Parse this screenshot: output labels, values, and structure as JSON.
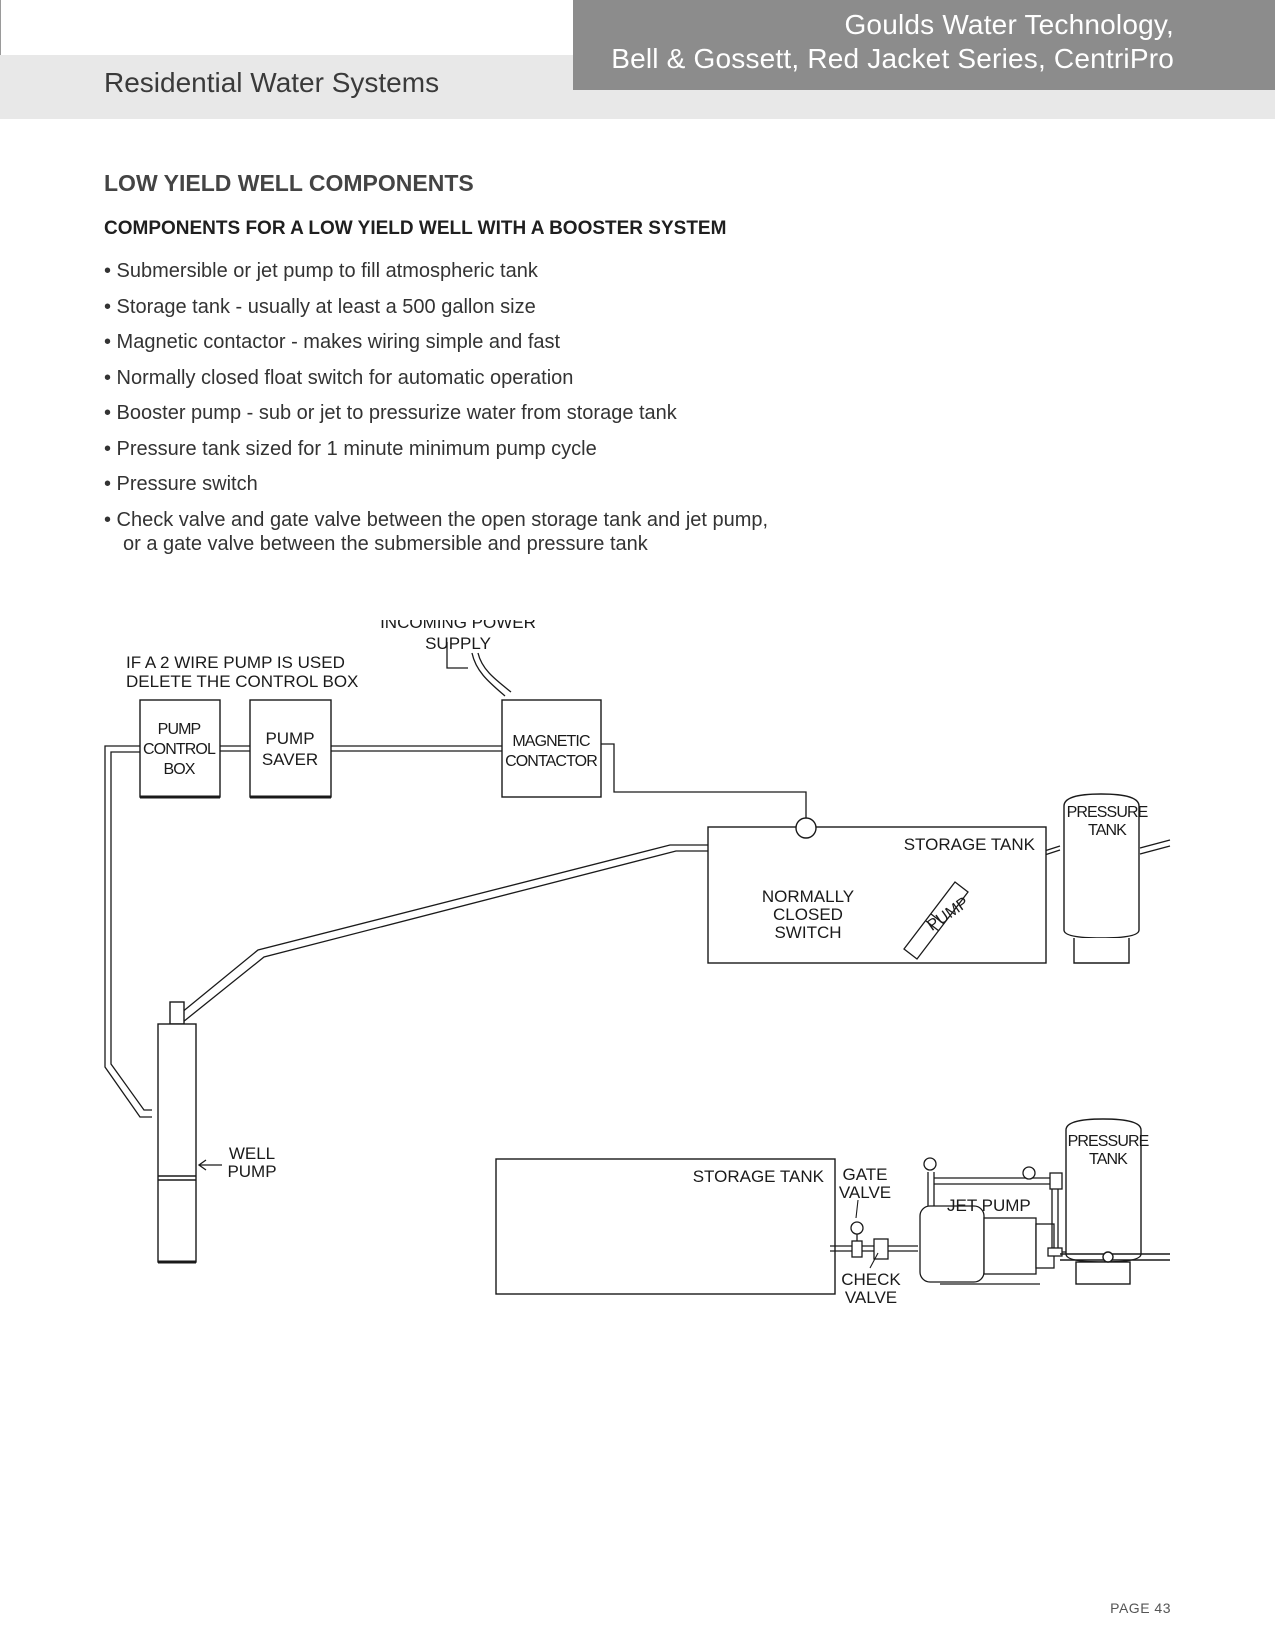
{
  "header": {
    "brand_line1": "Goulds Water Technology,",
    "brand_line2": "Bell & Gossett, Red Jacket Series, CentriPro",
    "section": "Residential Water Systems"
  },
  "content": {
    "title": "LOW YIELD WELL COMPONENTS",
    "subtitle": "COMPONENTS FOR A LOW YIELD WELL WITH A BOOSTER SYSTEM",
    "bullets": [
      "• Submersible or jet pump to fill atmospheric tank",
      "• Storage tank - usually at least a 500 gallon size",
      "• Magnetic contactor - makes wiring simple and fast",
      "• Normally closed float switch for automatic operation",
      "• Booster pump - sub or jet to pressurize water from storage tank",
      "• Pressure tank sized for 1 minute minimum pump cycle",
      "• Pressure switch",
      "• Check valve and gate valve between the open storage tank and  jet pump,"
    ],
    "bullet_continuation": "or a gate valve between the submersible and pressure tank"
  },
  "diagram": {
    "two_wire_note_line1": "IF A 2 WIRE PUMP IS USED",
    "two_wire_note_line2": "DELETE THE CONTROL BOX",
    "incoming_power_line1": "INCOMING POWER",
    "incoming_power_line2": "SUPPLY",
    "pump_control_box": [
      "PUMP",
      "CONTROL",
      "BOX"
    ],
    "pump_saver": [
      "PUMP",
      "SAVER"
    ],
    "magnetic_contactor": [
      "MAGNETIC",
      "CONTACTOR"
    ],
    "storage_tank_upper": "STORAGE TANK",
    "pressure_tank_upper": [
      "PRESSURE",
      "TANK"
    ],
    "normally_closed_switch": [
      "NORMALLY",
      "CLOSED",
      "SWITCH"
    ],
    "pump_label": "PUMP",
    "well_pump": [
      "WELL",
      "PUMP"
    ],
    "storage_tank_lower": "STORAGE TANK",
    "gate_valve": [
      "GATE",
      "VALVE"
    ],
    "check_valve": [
      "CHECK",
      "VALVE"
    ],
    "jet_pump": "JET PUMP",
    "pressure_tank_lower": [
      "PRESSURE",
      "TANK"
    ]
  },
  "footer": {
    "page": "PAGE 43"
  }
}
